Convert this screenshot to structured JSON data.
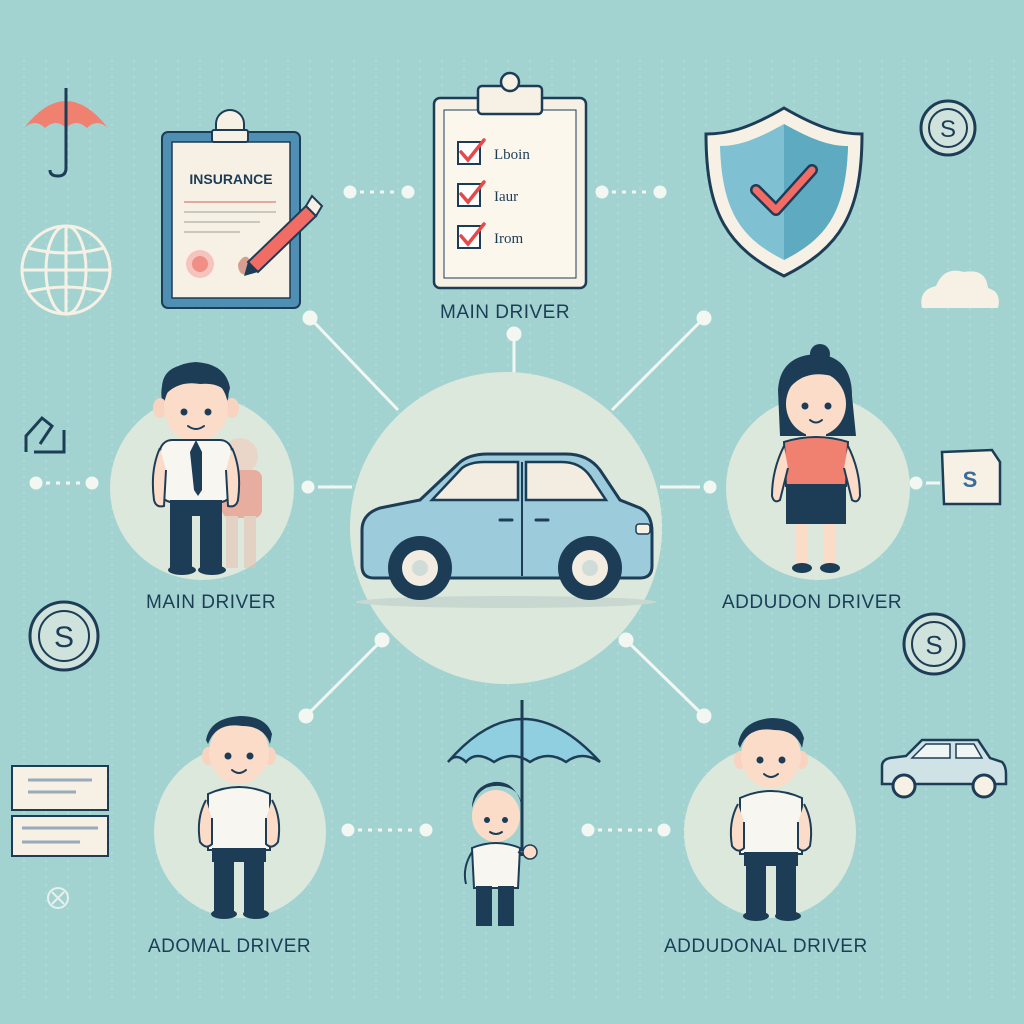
{
  "insurance_doc": {
    "title": "INSURANCE"
  },
  "checklist": {
    "items": [
      "Lboin",
      "Iaur",
      "Irom"
    ]
  },
  "labels": {
    "top_center": "MAIN DRIVER",
    "left": "MAIN DRIVER",
    "right": "ADDUDON DRIVER",
    "bottom_left": "ADOMAL DRIVER",
    "bottom_right": "ADDUDONAL DRIVER"
  },
  "icons": {
    "dollar_symbol": "S",
    "dollar_note_symbol": "S"
  },
  "colors": {
    "background": "#a3d3d1",
    "outline": "#1d3d57",
    "accent_red": "#f06c64",
    "car_blue": "#9ccbdb",
    "shield_blue": "#7fc0d2",
    "node_circle": "#dde8dc"
  }
}
